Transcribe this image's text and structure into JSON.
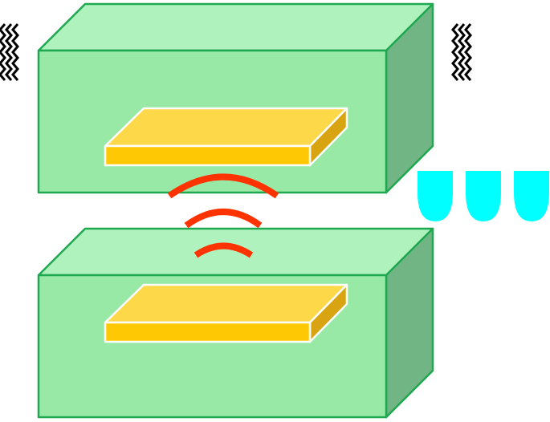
{
  "diagram": {
    "blocks": [
      {
        "role": "upper-block",
        "has_plate": true
      },
      {
        "role": "lower-block",
        "has_plate": true
      }
    ],
    "signal_arcs": 3,
    "droplets": 3,
    "squiggles": 2
  },
  "colors": {
    "block_front": "#98E8A6",
    "block_top": "#B0F2BE",
    "block_side": "#72B585",
    "block_stroke": "#1EA84F",
    "plate_top": "#FDD94A",
    "plate_front": "#FFC805",
    "plate_side": "#D8A412",
    "plate_stroke": "#FFFFFF",
    "arc": "#FF3300",
    "droplet": "#00FFFF",
    "squiggle": "#000000"
  }
}
